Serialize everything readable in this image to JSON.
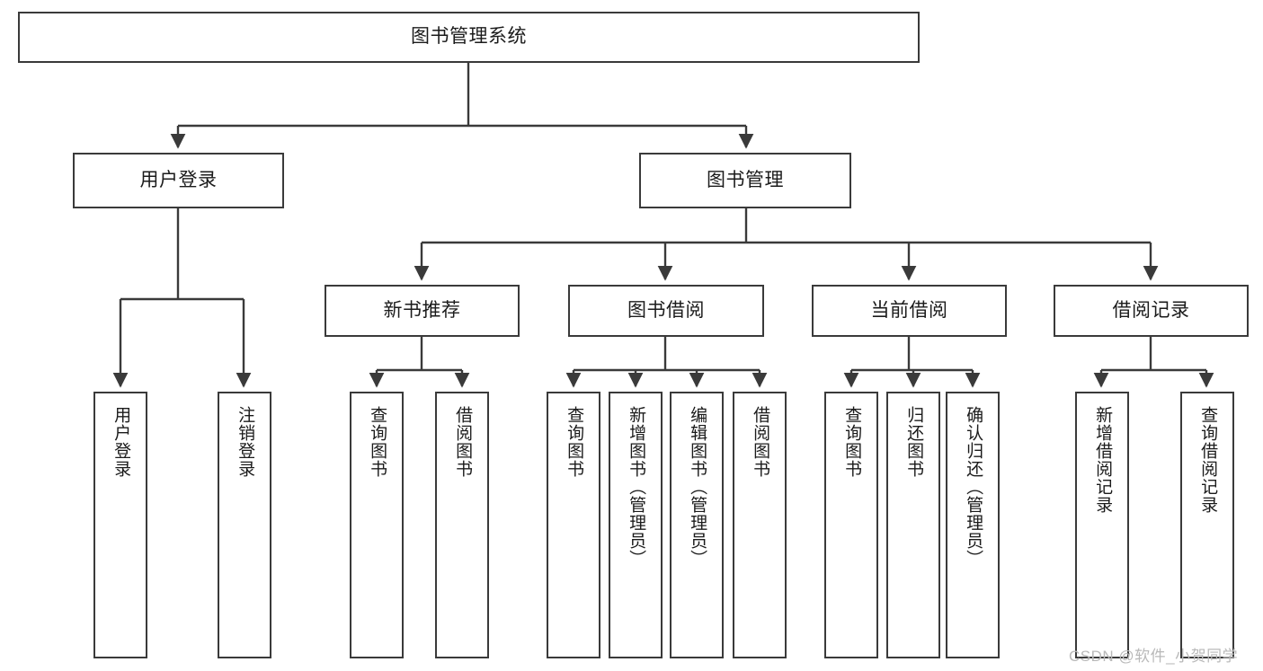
{
  "diagram": {
    "title": "图书管理系统",
    "type": "hierarchy-tree",
    "watermark": "CSDN @软件_小贺同学",
    "colors": {
      "stroke": "#3a3a3a",
      "fill": "#ffffff",
      "text": "#1b1b1b",
      "watermark": "#b9b9b9"
    },
    "root": {
      "label": "图书管理系统"
    },
    "level1": [
      {
        "label": "用户登录"
      },
      {
        "label": "图书管理"
      }
    ],
    "level2": [
      {
        "label": "新书推荐"
      },
      {
        "label": "图书借阅"
      },
      {
        "label": "当前借阅"
      },
      {
        "label": "借阅记录"
      }
    ],
    "leaves": {
      "user_login": [
        {
          "label": "用户登录"
        },
        {
          "label": "注销登录"
        }
      ],
      "new_book": [
        {
          "label": "查询图书"
        },
        {
          "label": "借阅图书"
        }
      ],
      "book_borrow": [
        {
          "label": "查询图书"
        },
        {
          "label": "新增图书（管理员）"
        },
        {
          "label": "编辑图书（管理员）"
        },
        {
          "label": "借阅图书"
        }
      ],
      "current_borrow": [
        {
          "label": "查询图书"
        },
        {
          "label": "归还图书"
        },
        {
          "label": "确认归还（管理员）"
        }
      ],
      "borrow_record": [
        {
          "label": "新增借阅记录"
        },
        {
          "label": "查询借阅记录"
        }
      ]
    }
  }
}
